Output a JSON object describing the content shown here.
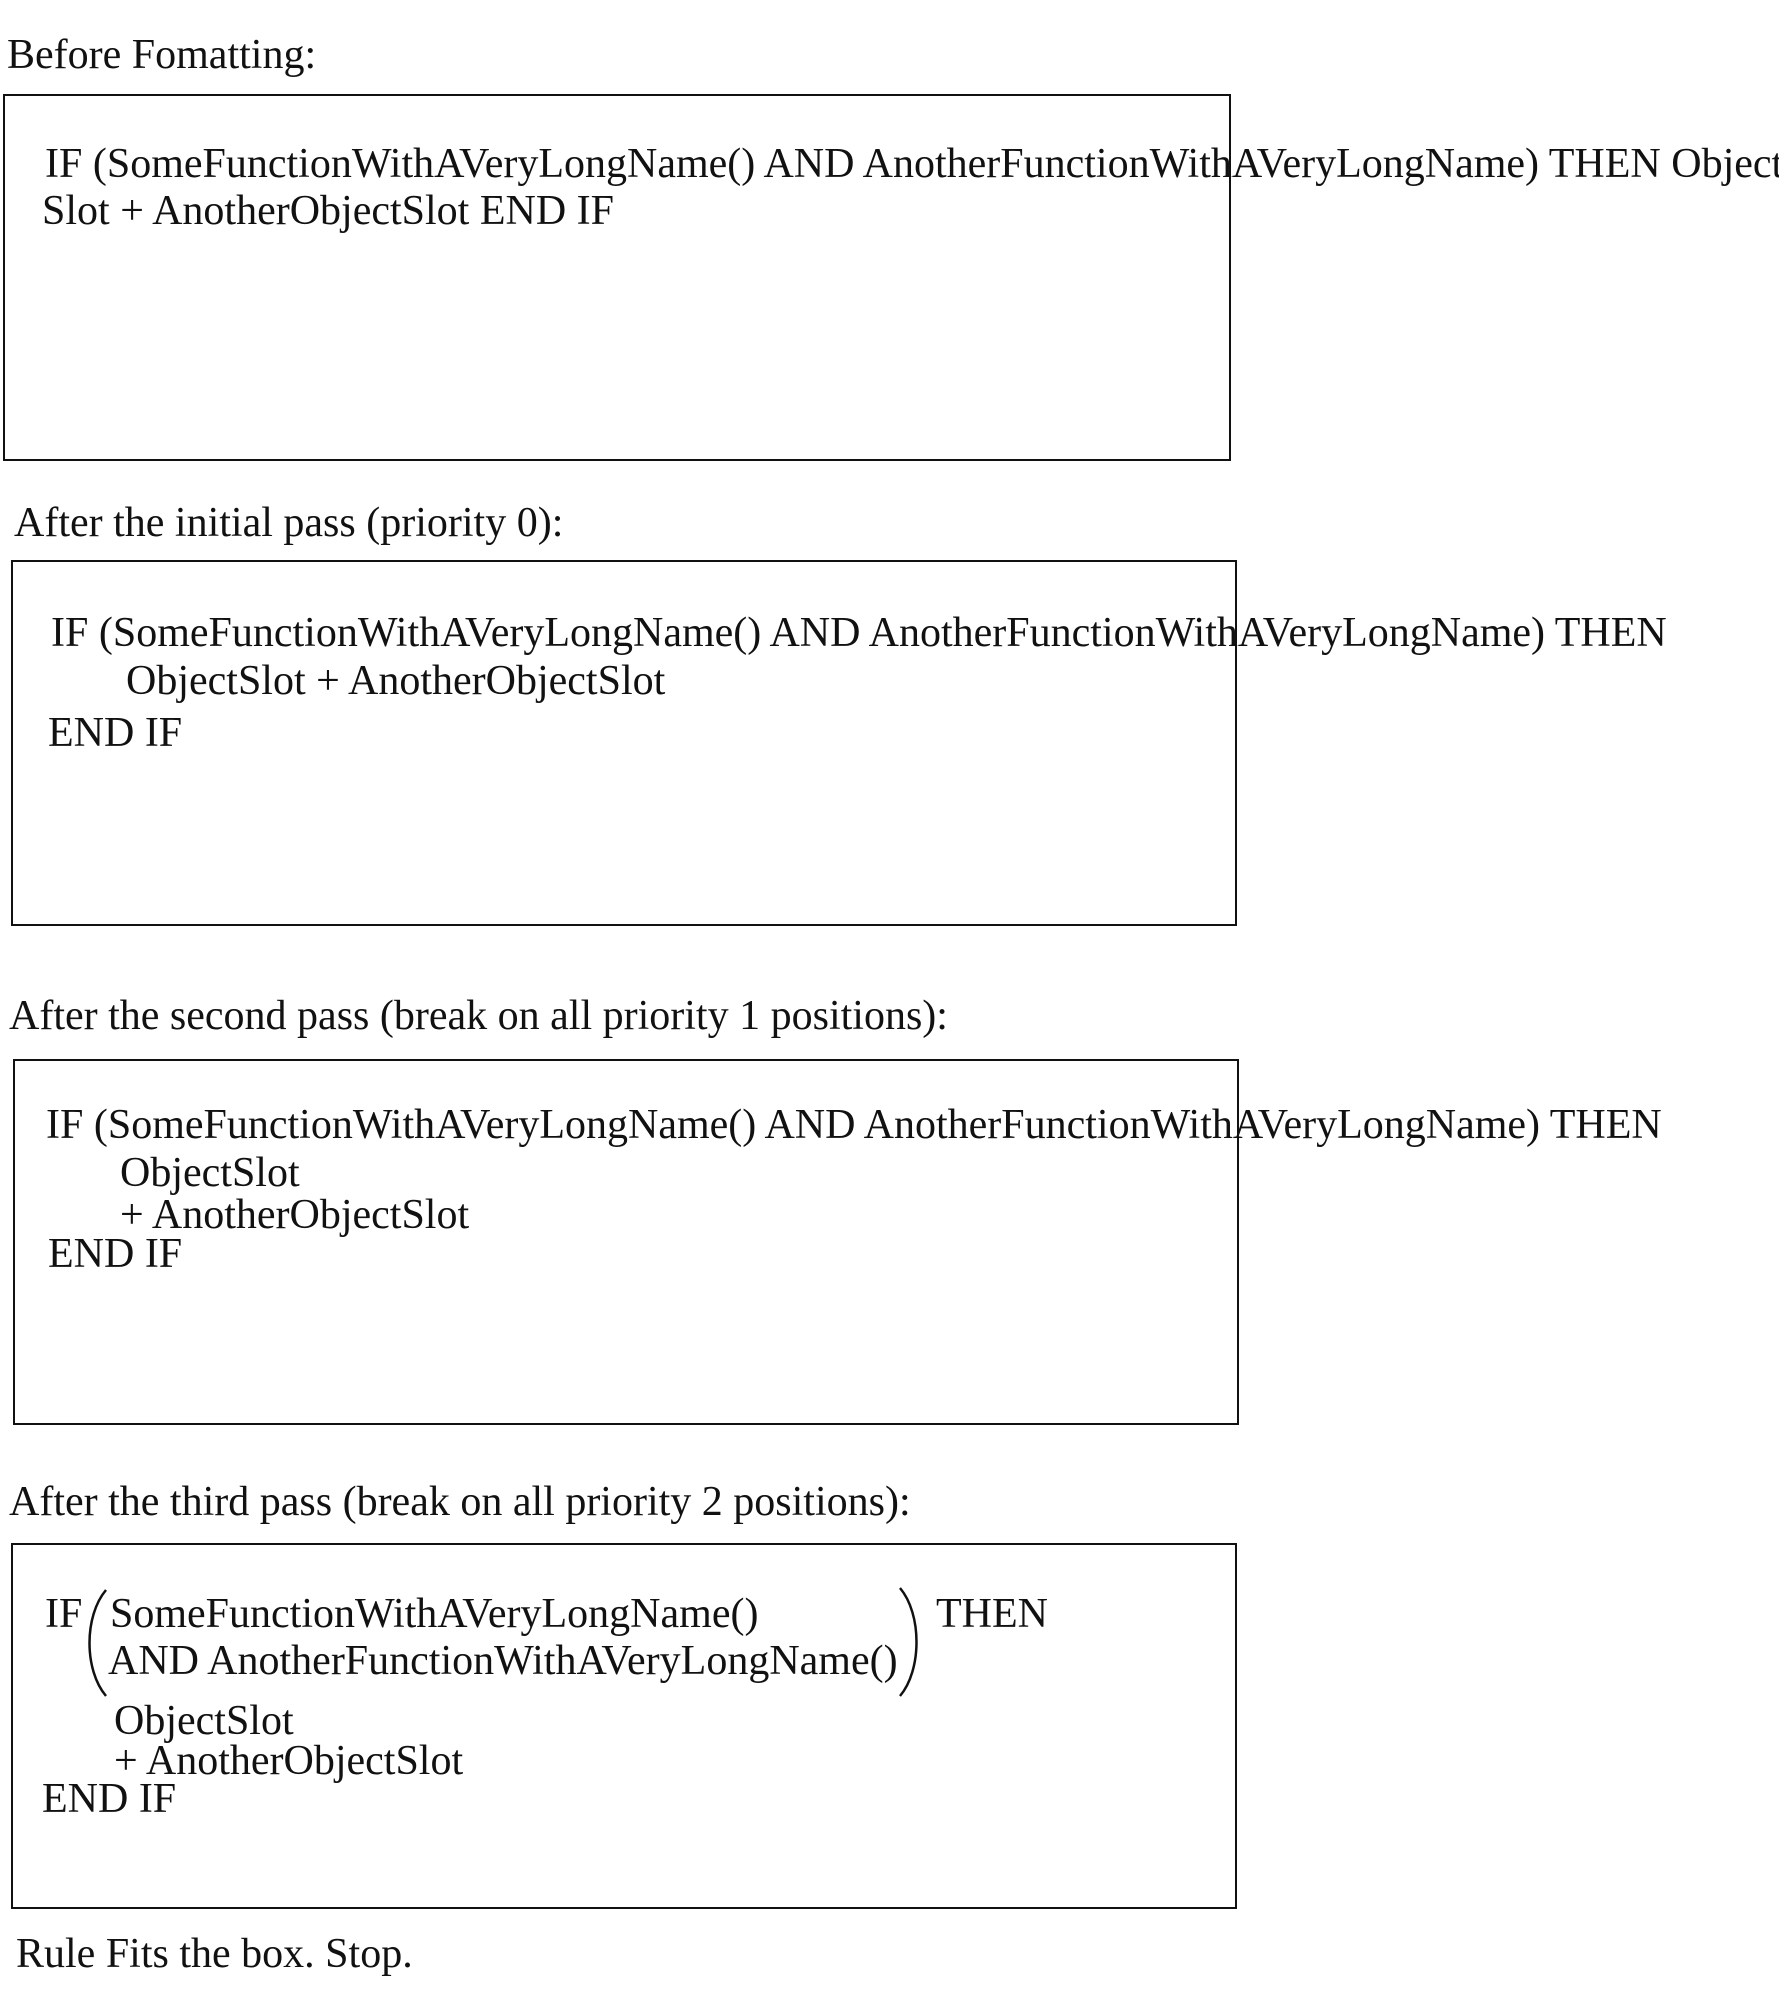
{
  "sections": [
    {
      "heading": "Before Fomatting:",
      "lines": [
        "IF (SomeFunctionWithAVeryLongName() AND AnotherFunctionWithAVeryLongName) THEN Object",
        "Slot + AnotherObjectSlot END IF"
      ]
    },
    {
      "heading": "After the initial pass (priority 0):",
      "lines": [
        "IF (SomeFunctionWithAVeryLongName() AND AnotherFunctionWithAVeryLongName) THEN",
        "ObjectSlot + AnotherObjectSlot",
        "END IF"
      ]
    },
    {
      "heading": "After the second pass (break on all priority 1 positions):",
      "lines": [
        "IF (SomeFunctionWithAVeryLongName() AND AnotherFunctionWithAVeryLongName) THEN",
        "ObjectSlot",
        "+ AnotherObjectSlot",
        "END IF"
      ]
    },
    {
      "heading": "After the third pass (break on all priority 2 positions):",
      "lines": [
        "IF",
        "SomeFunctionWithAVeryLongName()",
        "AND AnotherFunctionWithAVeryLongName()",
        "THEN",
        "ObjectSlot",
        "+ AnotherObjectSlot",
        "END IF"
      ]
    }
  ],
  "footer": "Rule Fits the box. Stop."
}
